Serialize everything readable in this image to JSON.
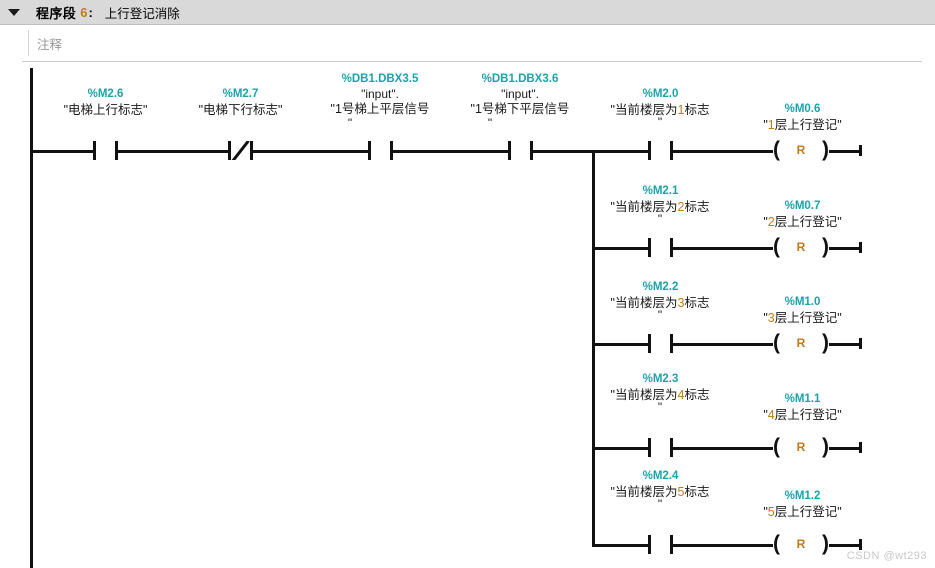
{
  "header": {
    "collapse_icon": "chevron-down-icon",
    "title": "程序段",
    "number": "6",
    "colon": ":",
    "subtitle": "上行登记消除"
  },
  "comment": {
    "placeholder": "注释",
    "value": "注释"
  },
  "main_rung": {
    "contacts": [
      {
        "address": "%M2.6",
        "symbol": "\"电梯上行标志\"",
        "type": "NO"
      },
      {
        "address": "%M2.7",
        "symbol": "\"电梯下行标志\"",
        "type": "NC"
      },
      {
        "address": "%DB1.DBX3.5",
        "symbol_line1": "\"input\".",
        "symbol_line2": "\"1号梯上平层信号",
        "symbol_line3": "\"",
        "type": "NO"
      },
      {
        "address": "%DB1.DBX3.6",
        "symbol_line1": "\"input\".",
        "symbol_line2": "\"1号梯下平层信号",
        "symbol_line3": "\"",
        "type": "NO"
      }
    ]
  },
  "branches": [
    {
      "contact_address": "%M2.0",
      "contact_symbol_pre": "\"当前楼层为",
      "contact_symbol_num": "1",
      "contact_symbol_post": "标志",
      "contact_symbol_close": "\"",
      "contact_type": "NO",
      "coil_address": "%M0.6",
      "coil_symbol_pre": "\"",
      "coil_symbol_num": "1",
      "coil_symbol_post": "层上行登记\"",
      "coil_letter": "R"
    },
    {
      "contact_address": "%M2.1",
      "contact_symbol_pre": "\"当前楼层为",
      "contact_symbol_num": "2",
      "contact_symbol_post": "标志",
      "contact_symbol_close": "\"",
      "contact_type": "NO",
      "coil_address": "%M0.7",
      "coil_symbol_pre": "\"",
      "coil_symbol_num": "2",
      "coil_symbol_post": "层上行登记\"",
      "coil_letter": "R"
    },
    {
      "contact_address": "%M2.2",
      "contact_symbol_pre": "\"当前楼层为",
      "contact_symbol_num": "3",
      "contact_symbol_post": "标志",
      "contact_symbol_close": "\"",
      "contact_type": "NO",
      "coil_address": "%M1.0",
      "coil_symbol_pre": "\"",
      "coil_symbol_num": "3",
      "coil_symbol_post": "层上行登记\"",
      "coil_letter": "R"
    },
    {
      "contact_address": "%M2.3",
      "contact_symbol_pre": "\"当前楼层为",
      "contact_symbol_num": "4",
      "contact_symbol_post": "标志",
      "contact_symbol_close": "\"",
      "contact_type": "NO",
      "coil_address": "%M1.1",
      "coil_symbol_pre": "\"",
      "coil_symbol_num": "4",
      "coil_symbol_post": "层上行登记\"",
      "coil_letter": "R"
    },
    {
      "contact_address": "%M2.4",
      "contact_symbol_pre": "\"当前楼层为",
      "contact_symbol_num": "5",
      "contact_symbol_post": "标志",
      "contact_symbol_close": "\"",
      "contact_type": "NO",
      "coil_address": "%M1.2",
      "coil_symbol_pre": "\"",
      "coil_symbol_num": "5",
      "coil_symbol_post": "层上行登记\"",
      "coil_letter": "R"
    }
  ],
  "watermark": "CSDN @wt293",
  "colors": {
    "address_teal": "#1ba3ab",
    "accent_orange": "#c07a1e",
    "wire_black": "#111111",
    "header_bar": "#d9d9d9"
  }
}
